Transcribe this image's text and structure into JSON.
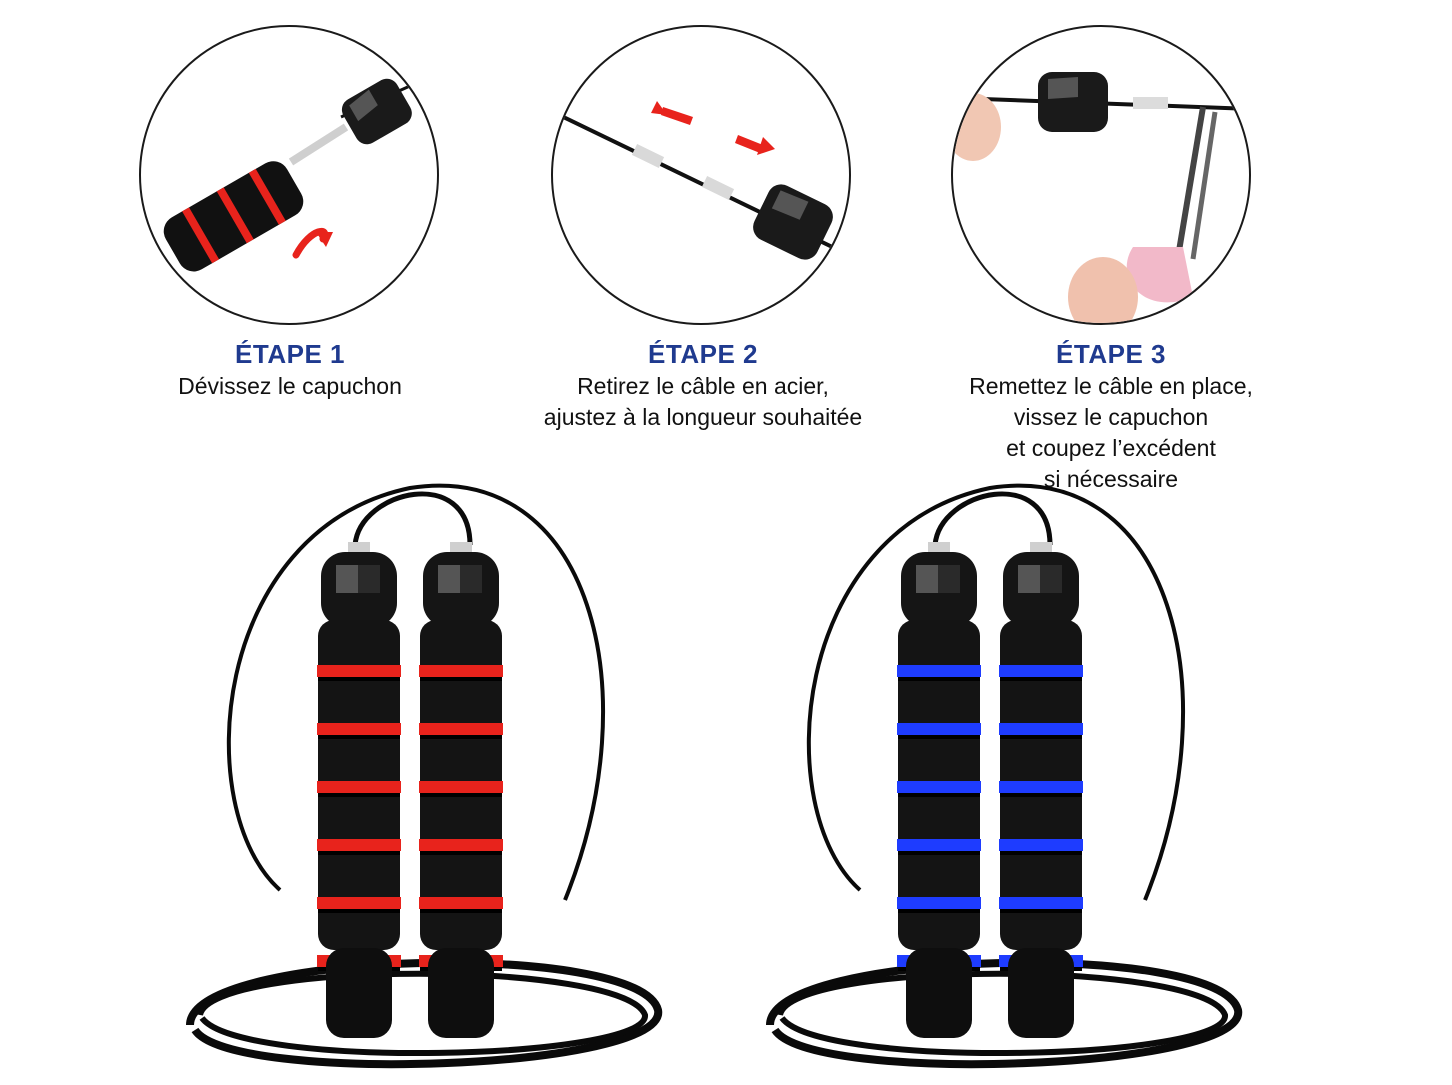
{
  "steps": [
    {
      "title": "ÉTAPE 1",
      "lines": [
        "Dévissez le capuchon"
      ]
    },
    {
      "title": "ÉTAPE 2",
      "lines": [
        "Retirez le câble en acier,",
        "ajustez à la longueur souhaitée"
      ]
    },
    {
      "title": "ÉTAPE 3",
      "lines": [
        "Remettez le câble en place,",
        "vissez le capuchon",
        "et coupez l’excédent",
        "si nécessaire"
      ]
    }
  ],
  "products": [
    {
      "name": "jump-rope-red",
      "accent": "#e8231c"
    },
    {
      "name": "jump-rope-blue",
      "accent": "#1e3cff"
    }
  ],
  "colors": {
    "title": "#1f3a8f",
    "arrow": "#e8231c"
  }
}
